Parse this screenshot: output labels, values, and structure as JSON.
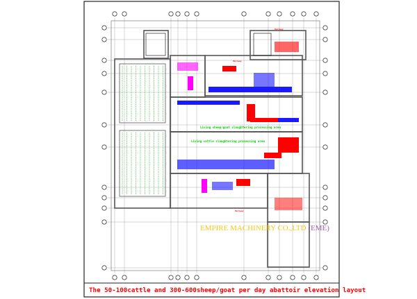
{
  "drawing": {
    "title": "The 50-100cattle and 300-600sheep/goat per day abattoir elevation layout",
    "watermark": "EMPIRE MACHINERY CO.,LTD",
    "watermark_suffix": "(EME)",
    "areas": {
      "sheep_area": "Living sheep/goat slaughtering processing area",
      "cattle_area": "Living cattle slaughtering processing area",
      "hallway": "Hallway"
    },
    "colors": {
      "wall": "#555555",
      "equipment_blue": "#1a1aff",
      "equipment_red": "#ff0000",
      "label_green": "#00cc00",
      "grid": "#888888"
    }
  }
}
